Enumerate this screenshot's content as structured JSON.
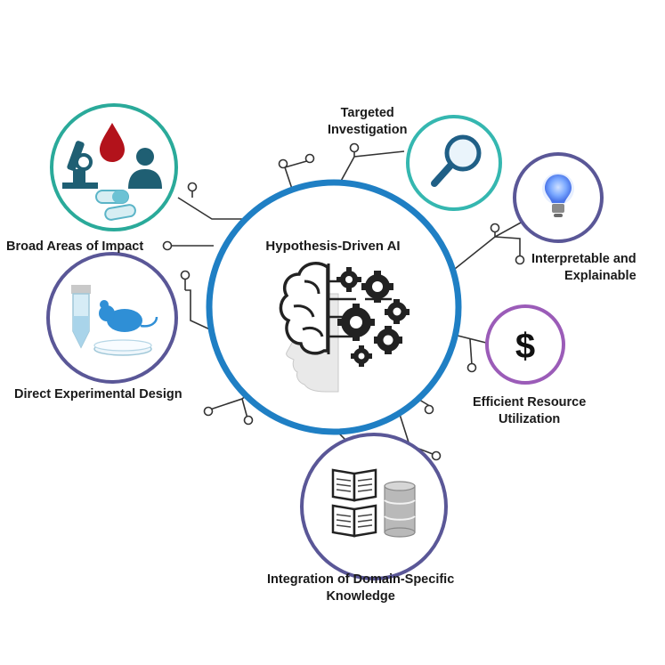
{
  "diagram": {
    "center": {
      "title": "Hypothesis-Driven AI",
      "ring_color": "#1f7fc4"
    },
    "nodes": [
      {
        "id": "broad",
        "label": "Broad Areas of Impact",
        "ring_color": "#2aaa9a",
        "icon": "science-impact-icon"
      },
      {
        "id": "targeted",
        "label_lines": [
          "Targeted",
          "Investigation"
        ],
        "ring_color": "#35b7b0",
        "icon": "magnifier-icon"
      },
      {
        "id": "interpretable",
        "label_lines": [
          "Interpretable and",
          "Explainable"
        ],
        "ring_color": "#5a5797",
        "icon": "lightbulb-icon"
      },
      {
        "id": "design",
        "label": "Direct Experimental Design",
        "ring_color": "#5a5797",
        "icon": "lab-mouse-icon"
      },
      {
        "id": "resource",
        "label_lines": [
          "Efficient Resource",
          "Utilization"
        ],
        "ring_color": "#9b5cb8",
        "icon": "dollar-icon"
      },
      {
        "id": "knowledge",
        "label_lines": [
          "Integration of Domain-Specific",
          "Knowledge"
        ],
        "ring_color": "#5a5797",
        "icon": "books-database-icon"
      }
    ]
  }
}
